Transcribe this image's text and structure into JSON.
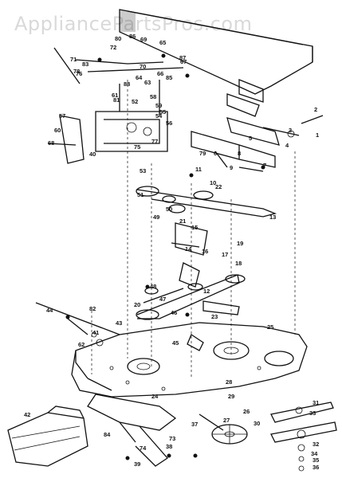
{
  "watermark": "AppliancePartsPros.com",
  "diagram": {
    "labels": [
      "1",
      "2",
      "3",
      "4",
      "5",
      "6",
      "7",
      "8",
      "9",
      "10",
      "11",
      "12",
      "13",
      "14",
      "15",
      "16",
      "17",
      "18",
      "19",
      "20",
      "21",
      "22",
      "23",
      "24",
      "25",
      "26",
      "27",
      "28",
      "29",
      "30",
      "31",
      "32",
      "33",
      "34",
      "35",
      "36",
      "37",
      "38",
      "39",
      "40",
      "41",
      "42",
      "43",
      "44",
      "45",
      "46",
      "47",
      "48",
      "49",
      "50",
      "51",
      "52",
      "53",
      "54",
      "55",
      "56",
      "57",
      "58",
      "59",
      "60",
      "61",
      "62",
      "63",
      "64",
      "65",
      "66",
      "67",
      "68",
      "69",
      "70",
      "71",
      "72",
      "73",
      "74",
      "75",
      "76",
      "77",
      "78",
      "79",
      "80",
      "81",
      "82",
      "83",
      "84",
      "85",
      "86",
      "87",
      "88"
    ]
  }
}
